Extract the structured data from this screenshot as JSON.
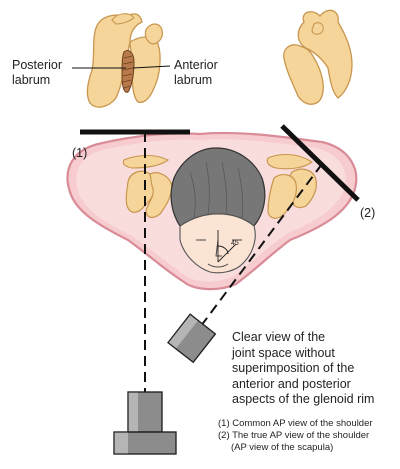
{
  "labels": {
    "posterior_labrum": [
      "Posterior",
      "labrum"
    ],
    "anterior_labrum": [
      "Anterior",
      "labrum"
    ],
    "marker_1": "(1)",
    "marker_2": "(2)",
    "head_angle": "45",
    "description": [
      "Clear view of the",
      "joint space without",
      "superimposition of the",
      "anterior and posterior",
      "aspects of the glenoid rim"
    ],
    "legend": [
      "(1) Common AP view of the shoulder",
      "(2) The true AP view of the shoulder",
      "(AP view of the scapula)"
    ]
  },
  "colors": {
    "bone": "#f5d59a",
    "bone_edge": "#c8964e",
    "skin": "#f6cccf",
    "skin_edge": "#d98c97",
    "hair": "#777777",
    "ink": "#111111"
  }
}
